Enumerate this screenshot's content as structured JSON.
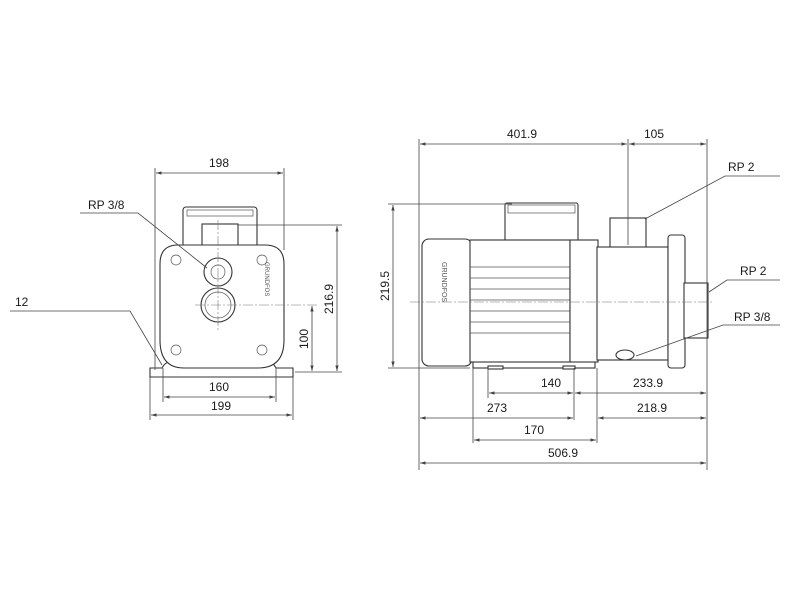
{
  "front_view": {
    "dims": {
      "width_top": "198",
      "height_total": "216.9",
      "shaft_height": "100",
      "foot_bolt_spacing": "160",
      "foot_width": "199",
      "foot_hole": "12"
    },
    "labels": {
      "drain": "RP 3/8"
    }
  },
  "side_view": {
    "dims": {
      "length_to_outlet": "401.9",
      "outlet_to_end": "105",
      "height": "219.5",
      "foot_140": "140",
      "end_233_9": "233.9",
      "motor_273": "273",
      "end_218_9": "218.9",
      "foot_170": "170",
      "total_length": "506.9"
    },
    "labels": {
      "outlet_top": "RP 2",
      "inlet_end": "RP 2",
      "drain": "RP 3/8"
    },
    "brand": "GRUNDFOS"
  }
}
